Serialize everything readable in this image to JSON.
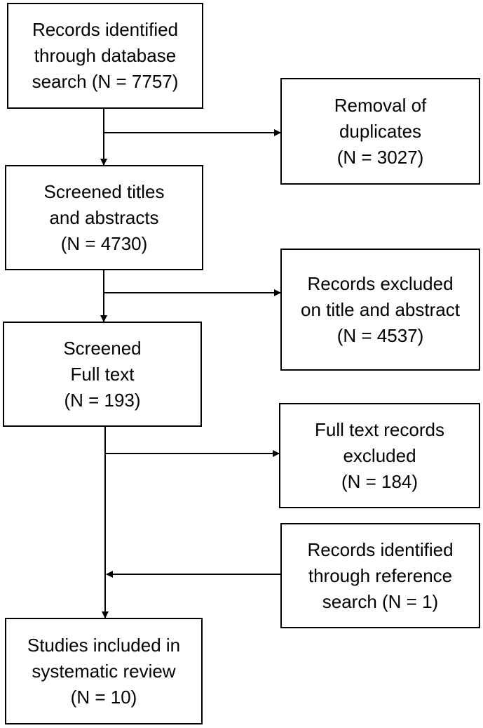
{
  "flowchart": {
    "main_steps": [
      {
        "lines": [
          "Records identified",
          "through database",
          "search (N = 7757)"
        ]
      },
      {
        "lines": [
          "Screened titles",
          "and abstracts",
          "(N = 4730)"
        ]
      },
      {
        "lines": [
          "Screened",
          "Full text",
          "(N = 193)"
        ]
      },
      {
        "lines": [
          "Studies included in",
          "systematic review",
          "(N = 10)"
        ]
      }
    ],
    "side_boxes": [
      {
        "lines": [
          "Removal of",
          "duplicates",
          "(N = 3027)"
        ]
      },
      {
        "lines": [
          "Records excluded",
          "on title and abstract",
          "(N = 4537)"
        ]
      },
      {
        "lines": [
          "Full text records",
          "excluded",
          "(N = 184)"
        ]
      },
      {
        "lines": [
          "Records identified",
          "through reference",
          "search (N = 1)"
        ]
      }
    ]
  }
}
